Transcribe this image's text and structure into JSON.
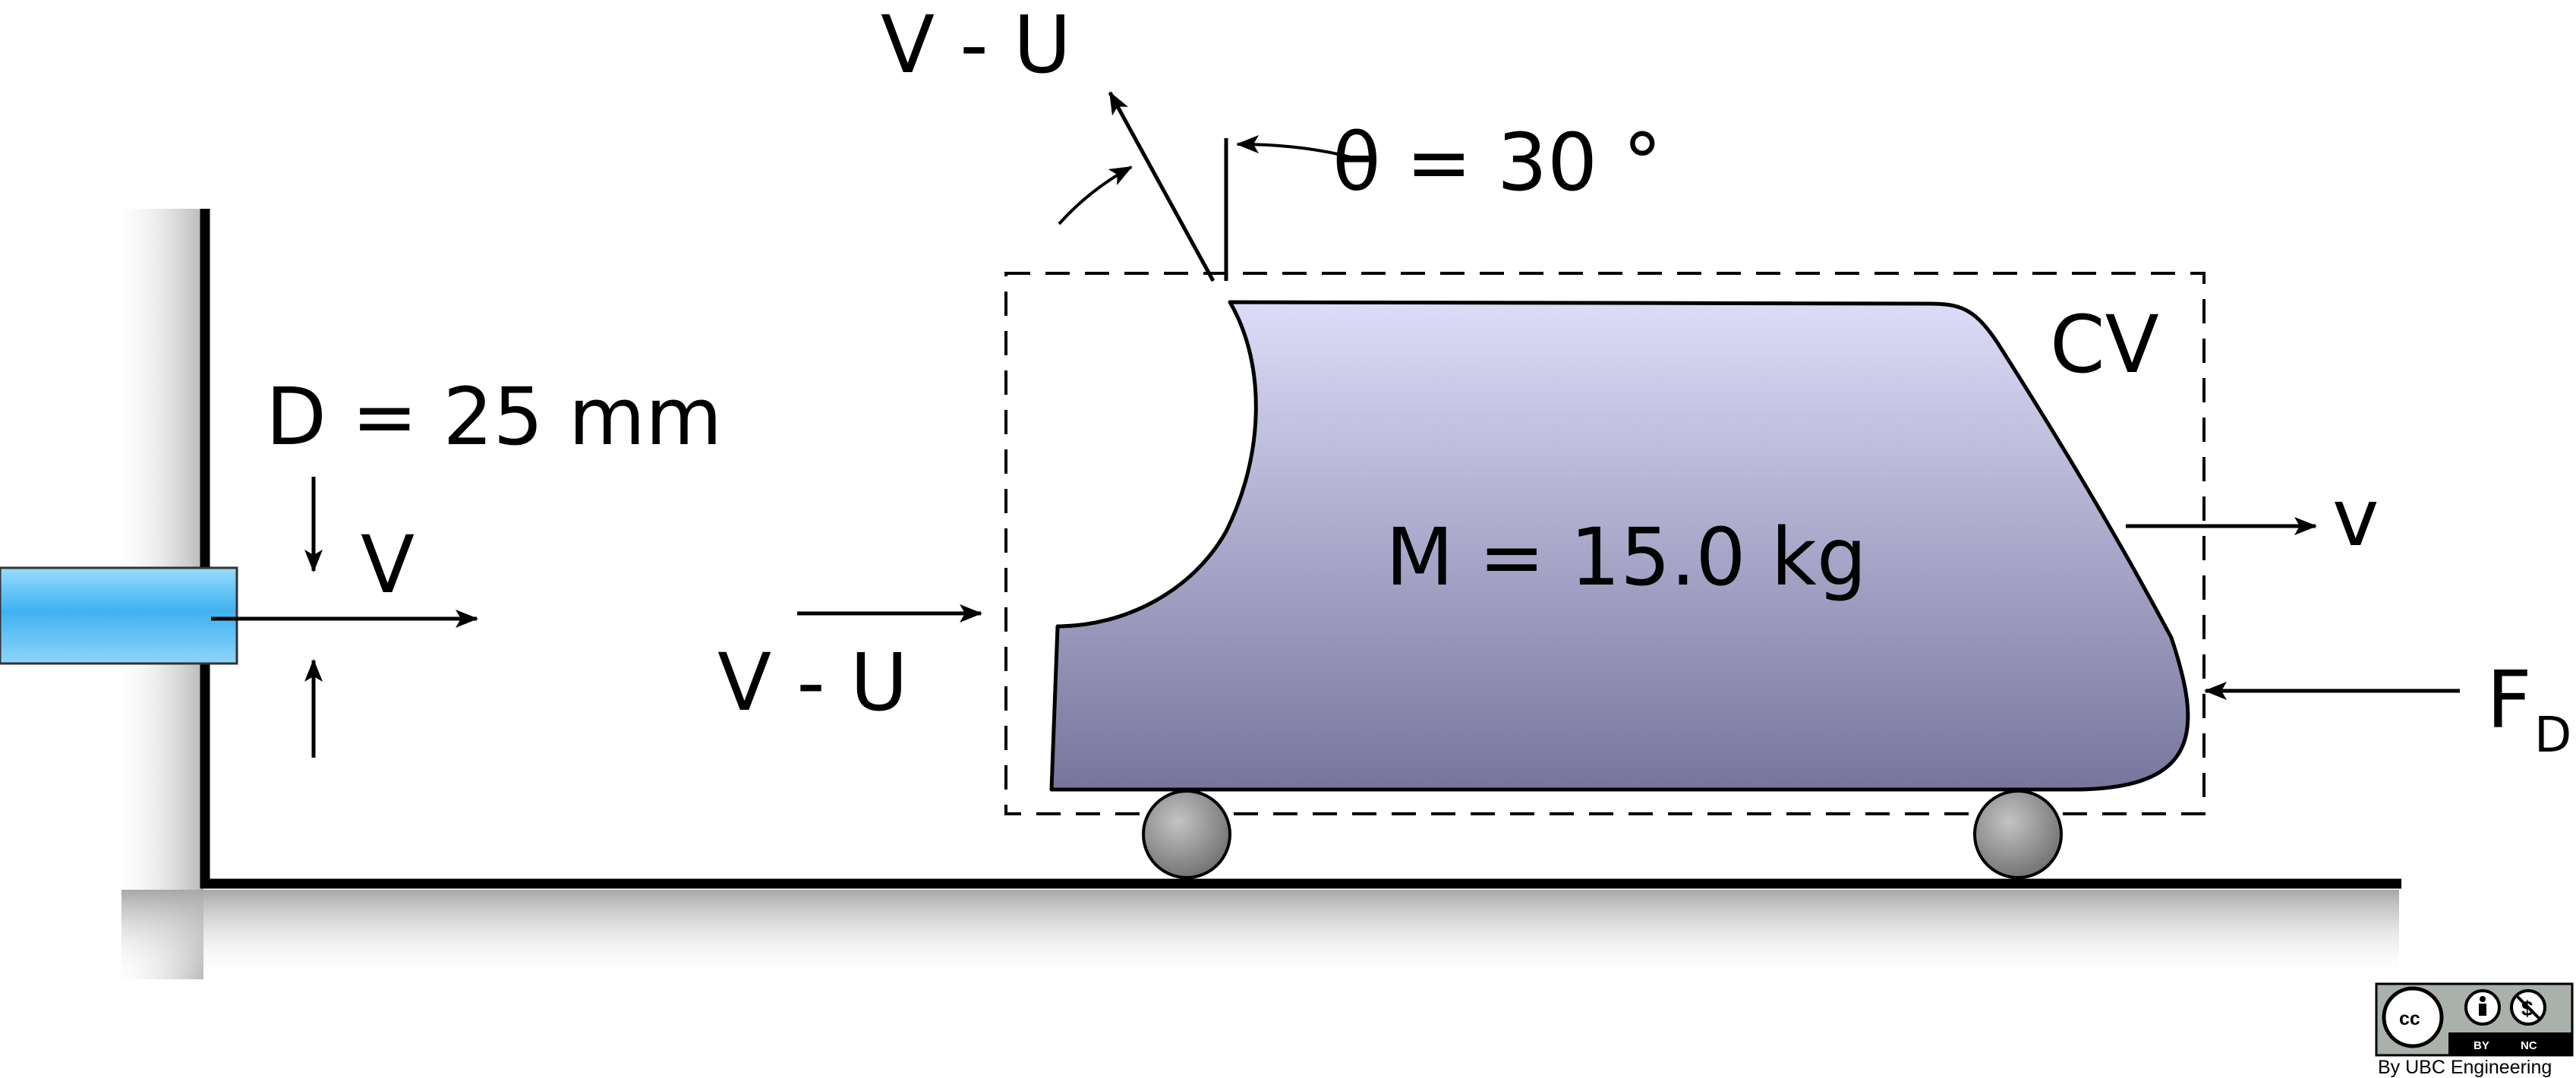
{
  "labels": {
    "top_velocity": "V  -  U",
    "theta": "θ = 30 °",
    "diameter": "D = 25 mm",
    "jet_velocity": "V",
    "inlet_velocity": "V  -  U",
    "mass": "M = 15.0 kg",
    "control_volume": "CV",
    "cart_velocity": "v",
    "drag_force_main": "F",
    "drag_force_sub": "D"
  },
  "license": {
    "cc": "cc",
    "by": "BY",
    "nc": "NC",
    "caption": "By UBC Engineering"
  },
  "colors": {
    "jet_light": "#8fd8ff",
    "jet_mid": "#2fa7ec",
    "cart_top": "#dcdcf8",
    "cart_bottom": "#7a78a0",
    "wall": "#000000",
    "wheel": "#9a9a9a"
  }
}
